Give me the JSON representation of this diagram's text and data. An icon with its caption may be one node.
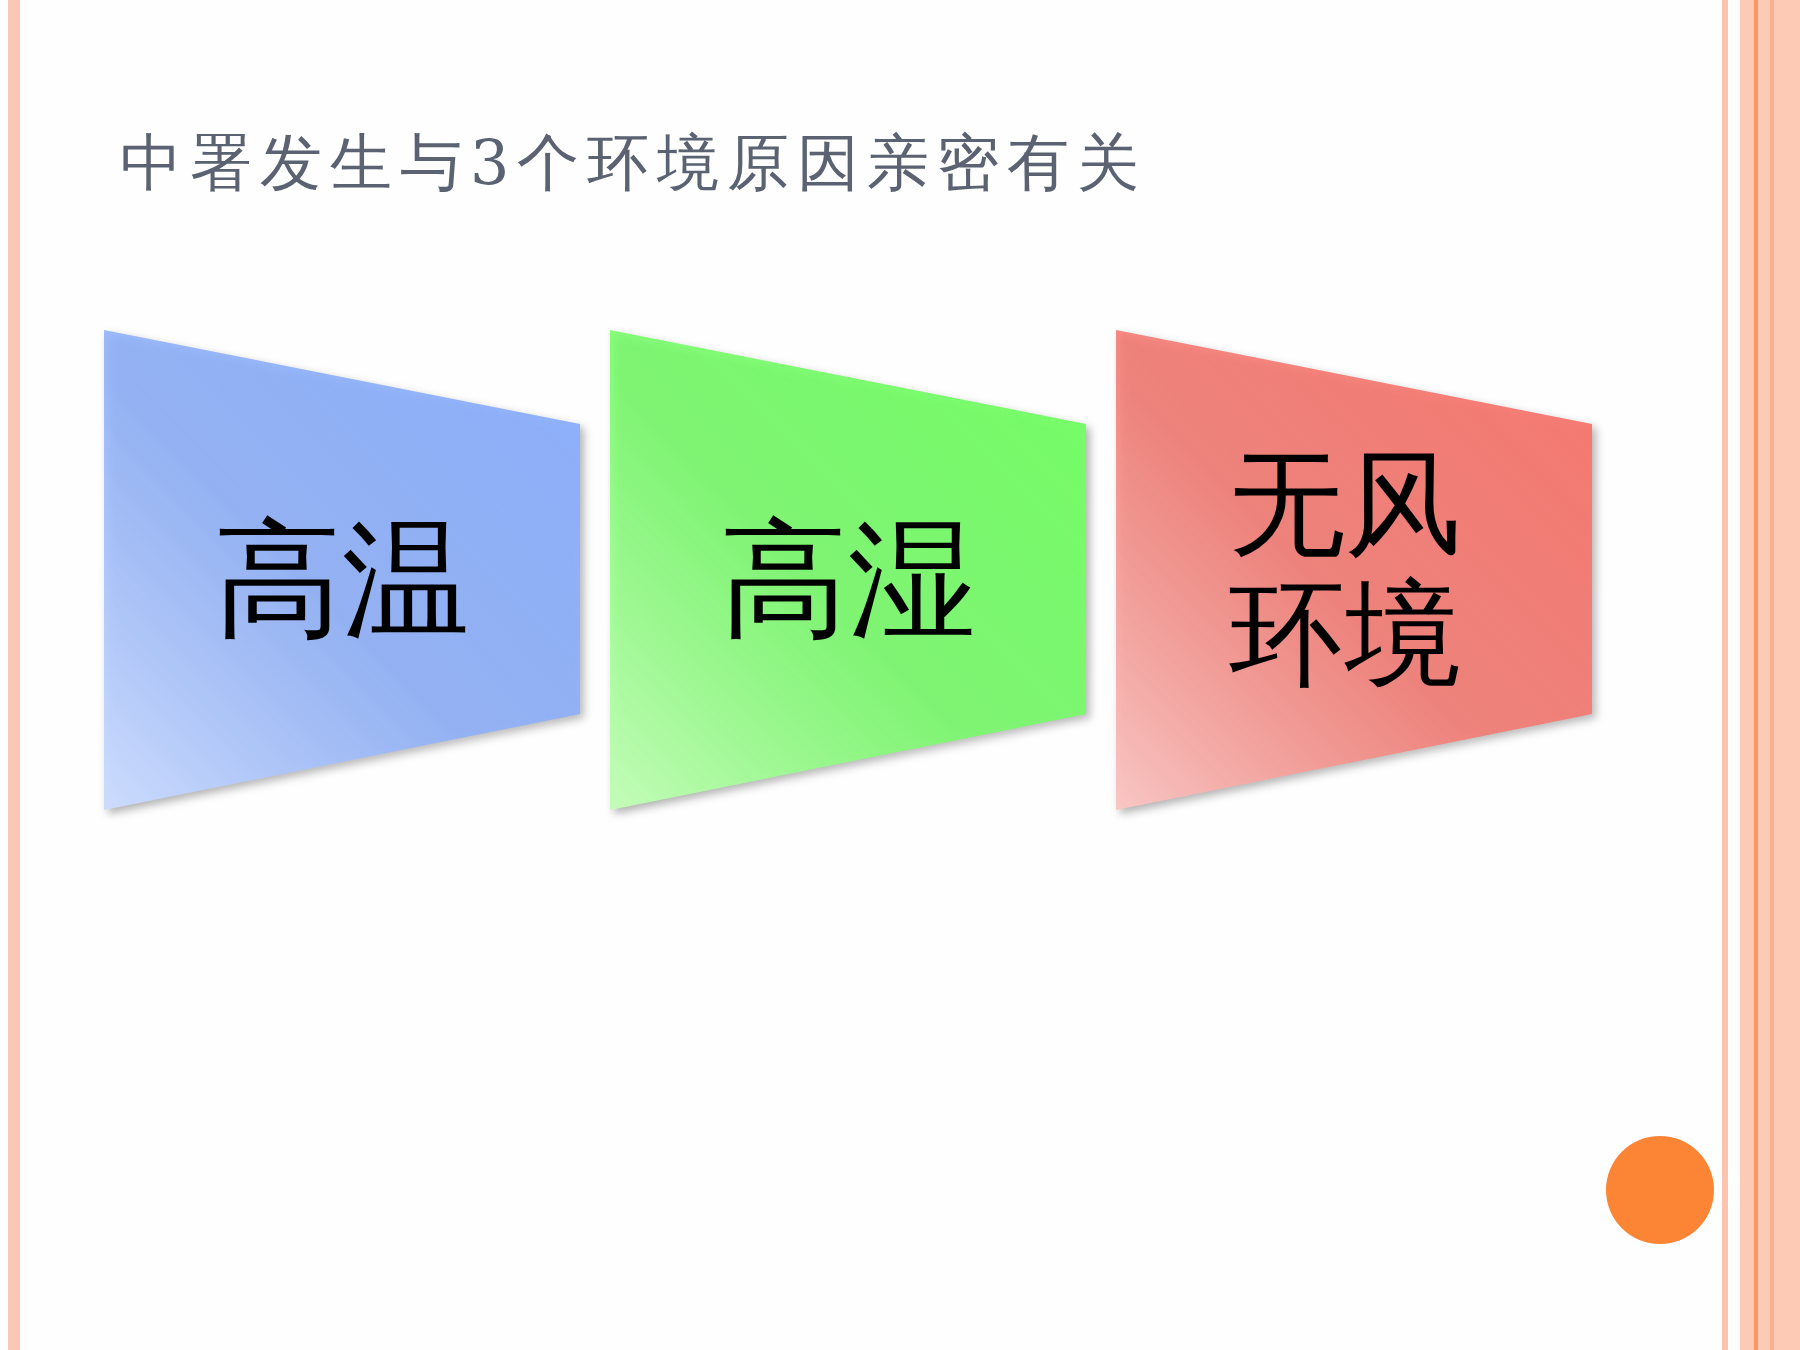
{
  "diagram": {
    "title": "中署发生与3个环境原因亲密有关",
    "nodes": [
      {
        "text": [
          "高温"
        ]
      },
      {
        "text": [
          "高湿"
        ]
      },
      {
        "text": [
          "无风环境"
        ]
      }
    ]
  }
}
